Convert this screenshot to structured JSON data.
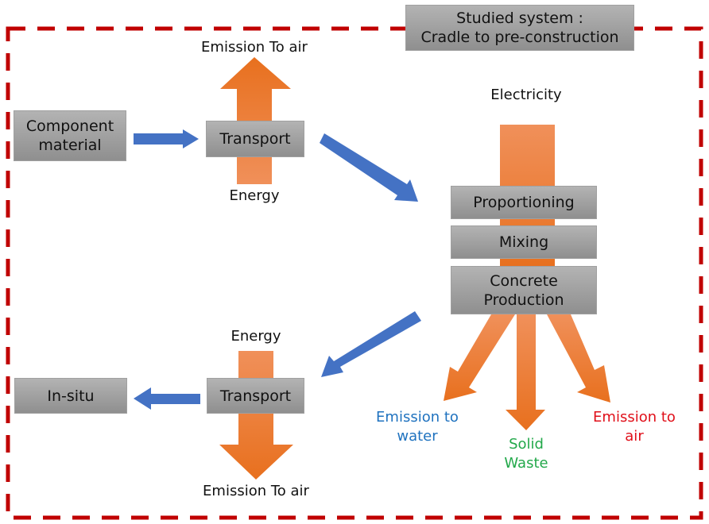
{
  "title": {
    "line1": "Studied system :",
    "line2": "Cradle to pre-construction"
  },
  "colors": {
    "boundary": "#c00000",
    "flow_arrow": "#4472c4",
    "emission_arrow": "#ed7d31",
    "water": "#1f72bf",
    "waste": "#22a84a",
    "air": "#e0101a"
  },
  "stage1": {
    "component": {
      "line1": "Component",
      "line2": "material"
    },
    "transport": "Transport",
    "energy": "Energy",
    "emission": "Emission To air"
  },
  "plant": {
    "electricity": "Electricity",
    "proportioning": "Proportioning",
    "mixing": "Mixing",
    "production": {
      "line1": "Concrete",
      "line2": "Production"
    },
    "outputs": {
      "water": {
        "line1": "Emission to",
        "line2": "water"
      },
      "waste": {
        "line1": "Solid",
        "line2": "Waste"
      },
      "air": {
        "line1": "Emission to",
        "line2": "air"
      }
    }
  },
  "stage2": {
    "insitu": "In-situ",
    "transport": "Transport",
    "energy": "Energy",
    "emission": "Emission To air"
  }
}
